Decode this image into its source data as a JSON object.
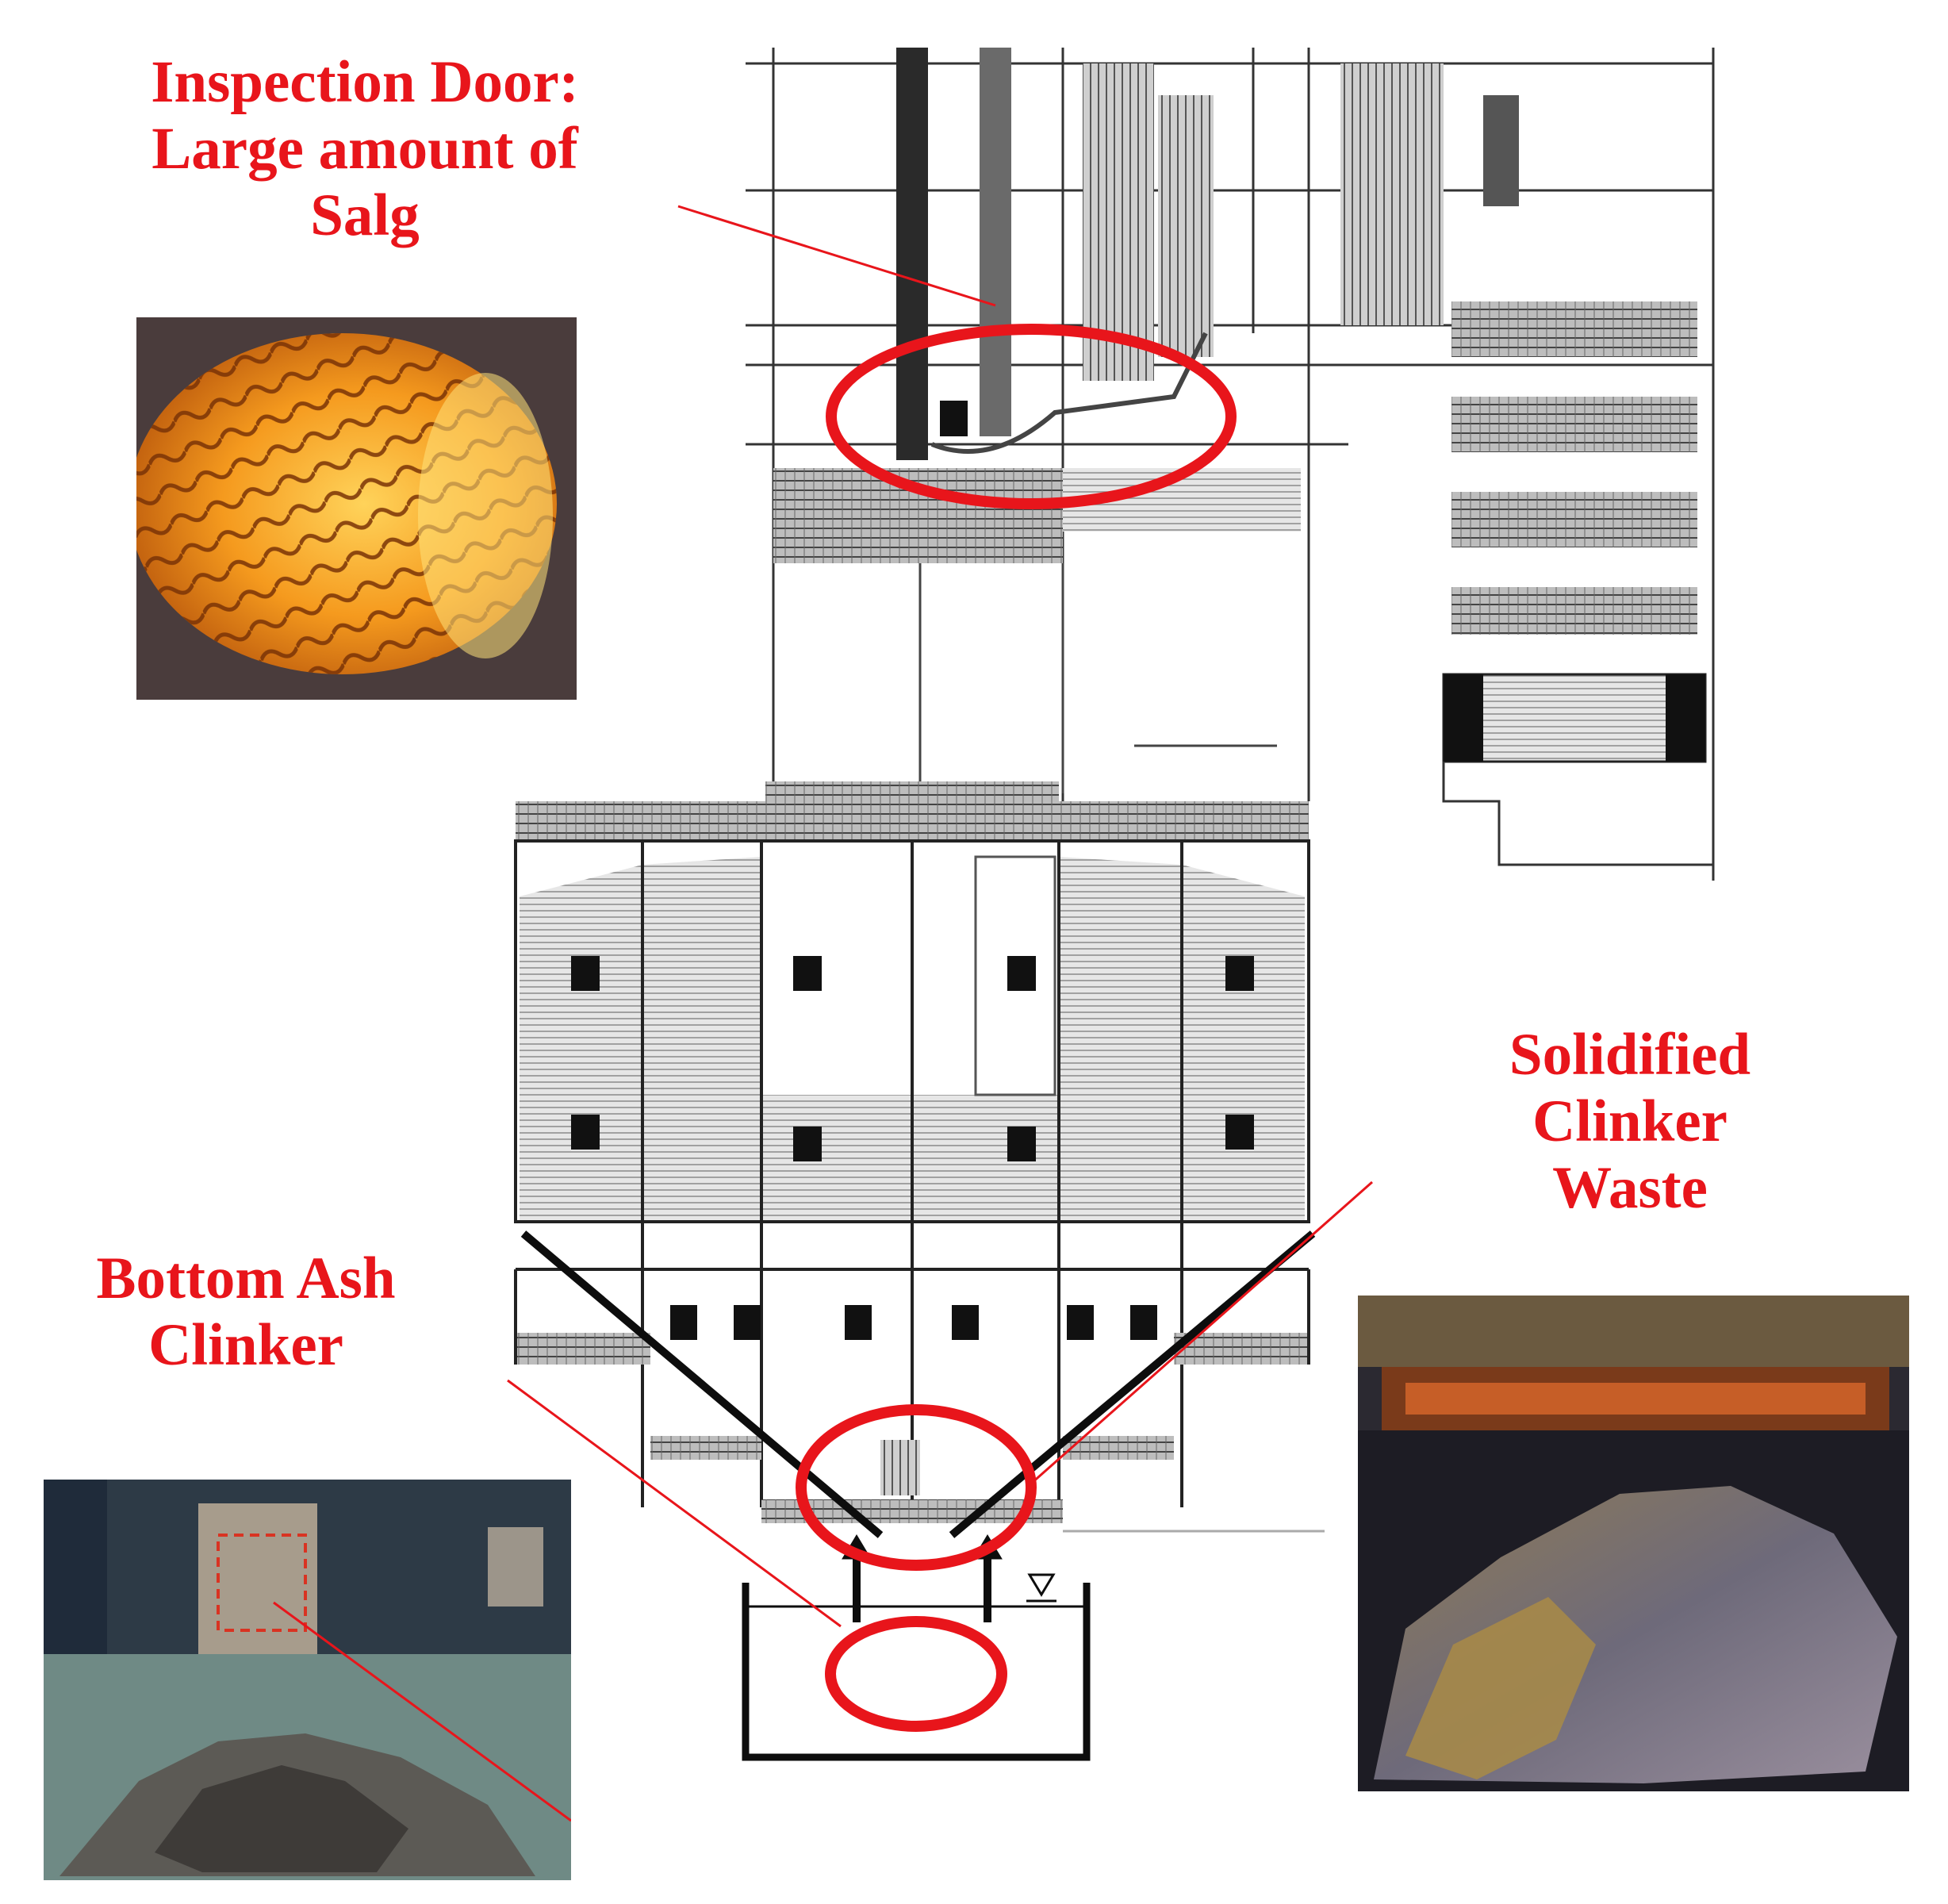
{
  "labels": {
    "inspection_line1": "Inspection Door:",
    "inspection_line2": "Large amount of",
    "inspection_line3": "Salg",
    "solidified_line1": "Solidified",
    "solidified_line2": "Clinker",
    "solidified_line3": "Waste",
    "bottom_line1": "Bottom Ash",
    "bottom_line2": "Clinker"
  },
  "colors": {
    "annotation": "#e8151b",
    "drawing": "#1a1a1a",
    "hatch": "#9a9a9a"
  },
  "icons": {
    "inspection_photo": "glowing-boiler-tubes-photo",
    "bottom_photo": "bottom-ash-clinker-pile-photo",
    "solidified_photo": "solidified-clinker-mass-photo"
  }
}
